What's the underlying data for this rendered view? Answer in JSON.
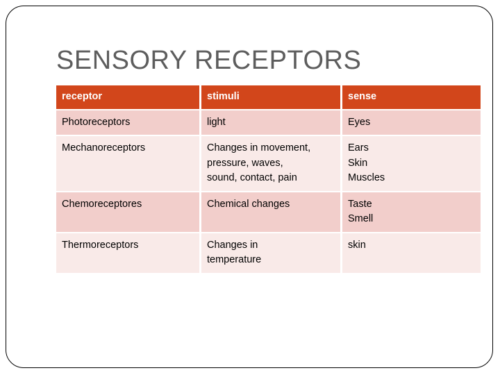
{
  "slide": {
    "title": "SENSORY RECEPTORS",
    "border_color": "#000000",
    "background_color": "#ffffff",
    "title_color": "#5d5d5d"
  },
  "table": {
    "header_background": "#d2461b",
    "header_text_color": "#ffffff",
    "row_dark_background": "#f2cecb",
    "row_light_background": "#f9eae8",
    "columns": [
      "receptor",
      "stimuli",
      "sense"
    ],
    "rows": [
      {
        "shade": "dark",
        "receptor": "Photoreceptors",
        "stimuli": [
          "light"
        ],
        "sense": [
          "Eyes"
        ]
      },
      {
        "shade": "light",
        "receptor": "Mechanoreceptors",
        "stimuli": [
          "Changes in movement,",
          "pressure, waves,",
          "sound, contact, pain"
        ],
        "sense": [
          "Ears",
          "Skin",
          "Muscles"
        ]
      },
      {
        "shade": "dark",
        "receptor": "Chemoreceptores",
        "stimuli": [
          "Chemical changes"
        ],
        "sense": [
          "Taste",
          "Smell"
        ]
      },
      {
        "shade": "light",
        "receptor": "Thermoreceptors",
        "stimuli": [
          "Changes in",
          "temperature"
        ],
        "sense": [
          "skin"
        ]
      }
    ]
  }
}
